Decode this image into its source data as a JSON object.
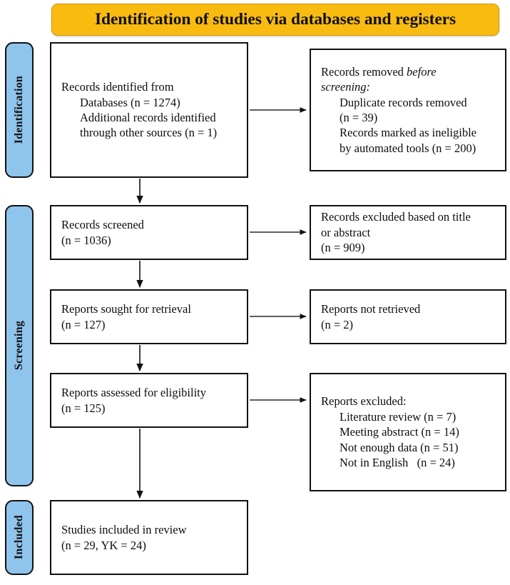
{
  "title": {
    "text": "Identification of studies via databases and registers",
    "background_color": "#FABB11"
  },
  "stages": [
    {
      "id": "identification",
      "label": "Identification",
      "color": "#8FC4EC"
    },
    {
      "id": "screening",
      "label": "Screening",
      "color": "#8FC4EC"
    },
    {
      "id": "included",
      "label": "Included",
      "color": "#8FC4EC"
    }
  ],
  "boxes": {
    "identified": {
      "lines": [
        "Records identified from",
        "Databases (n = 1274)",
        "Additional records identified",
        "through other sources (n = 1)"
      ]
    },
    "removed": {
      "heading_plain": "Records removed ",
      "heading_italic_1": "before",
      "heading_italic_2": "screening:",
      "lines": [
        "Duplicate records removed",
        "(n = 39)",
        "Records marked as ineligible",
        "by automated tools (n = 200)"
      ]
    },
    "screened": {
      "lines": [
        "Records screened",
        "(n = 1036)"
      ]
    },
    "excluded_title_abstract": {
      "lines": [
        "Records excluded based on title",
        "or abstract",
        "(n = 909)"
      ]
    },
    "sought": {
      "lines": [
        "Reports sought for retrieval",
        "(n = 127)"
      ]
    },
    "not_retrieved": {
      "lines": [
        "Reports not retrieved",
        "(n = 2)"
      ]
    },
    "assessed": {
      "lines": [
        "Reports assessed for eligibility",
        "(n = 125)"
      ]
    },
    "reports_excluded": {
      "heading": "Reports excluded:",
      "lines": [
        "Literature review (n = 7)",
        "Meeting abstract (n = 14)",
        "Not enough data (n = 51)",
        "Not in English   (n = 24)"
      ]
    },
    "included": {
      "lines": [
        "Studies included in review",
        "(n = 29, YK = 24)"
      ]
    }
  },
  "chart_data": {
    "type": "diagram",
    "title": "Identification of studies via databases and registers",
    "nodes": [
      {
        "id": "identified",
        "stage": "Identification",
        "column": "left",
        "counts": {
          "databases": 1274,
          "other_sources": 1
        }
      },
      {
        "id": "removed",
        "stage": "Identification",
        "column": "right",
        "counts": {
          "duplicates_removed": 39,
          "ineligible_automated_tools": 200
        }
      },
      {
        "id": "screened",
        "stage": "Screening",
        "column": "left",
        "counts": {
          "n": 1036
        }
      },
      {
        "id": "excluded_ta",
        "stage": "Screening",
        "column": "right",
        "counts": {
          "n": 909
        }
      },
      {
        "id": "sought",
        "stage": "Screening",
        "column": "left",
        "counts": {
          "n": 127
        }
      },
      {
        "id": "not_retrieved",
        "stage": "Screening",
        "column": "right",
        "counts": {
          "n": 2
        }
      },
      {
        "id": "assessed",
        "stage": "Screening",
        "column": "left",
        "counts": {
          "n": 125
        }
      },
      {
        "id": "rep_excluded",
        "stage": "Screening",
        "column": "right",
        "counts": {
          "literature_review": 7,
          "meeting_abstract": 14,
          "not_enough_data": 51,
          "not_in_english": 24
        }
      },
      {
        "id": "included",
        "stage": "Included",
        "column": "left",
        "counts": {
          "n": 29,
          "YK": 24
        }
      }
    ],
    "edges": [
      {
        "from": "identified",
        "to": "removed",
        "direction": "right"
      },
      {
        "from": "identified",
        "to": "screened",
        "direction": "down"
      },
      {
        "from": "screened",
        "to": "excluded_ta",
        "direction": "right"
      },
      {
        "from": "screened",
        "to": "sought",
        "direction": "down"
      },
      {
        "from": "sought",
        "to": "not_retrieved",
        "direction": "right"
      },
      {
        "from": "sought",
        "to": "assessed",
        "direction": "down"
      },
      {
        "from": "assessed",
        "to": "rep_excluded",
        "direction": "right"
      },
      {
        "from": "assessed",
        "to": "included",
        "direction": "down"
      }
    ]
  }
}
